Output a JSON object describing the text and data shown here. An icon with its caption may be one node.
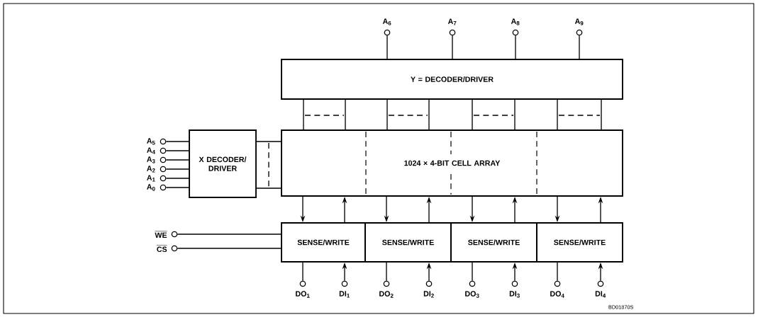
{
  "diagram": {
    "nodes": [
      {
        "text": [
          "A$_{6}$"
        ]
      },
      {
        "text": [
          "A$_{7}$"
        ]
      },
      {
        "text": [
          "A$_{8}$"
        ]
      },
      {
        "text": [
          "A$_{9}$"
        ]
      },
      {
        "text": [
          "Y = DECODER/DRIVER"
        ]
      },
      {
        "text": [
          "A$_{5}$"
        ]
      },
      {
        "text": [
          "A$_{4}$"
        ]
      },
      {
        "text": [
          "A$_{3}$"
        ]
      },
      {
        "text": [
          "A$_{2}$"
        ]
      },
      {
        "text": [
          "A$_{1}$"
        ]
      },
      {
        "text": [
          "A$_{0}$"
        ]
      },
      {
        "text": [
          "X DECODER/ DRIVER"
        ]
      },
      {
        "text": [
          "1024 × 4-BIT CELL ARRAY"
        ]
      },
      {
        "text": [
          "WE"
        ]
      },
      {
        "text": [
          "CS"
        ]
      },
      {
        "text": [
          "SENSE/WRITE"
        ]
      },
      {
        "text": [
          "SENSE/WRITE"
        ]
      },
      {
        "text": [
          "SENSE/WRITE"
        ]
      },
      {
        "text": [
          "SENSE/WRITE"
        ]
      },
      {
        "text": [
          "DO$_{1}$"
        ]
      },
      {
        "text": [
          "DI$_{1}$"
        ]
      },
      {
        "text": [
          "DO$_{2}$"
        ]
      },
      {
        "text": [
          "DI$_{2}$"
        ]
      },
      {
        "text": [
          "DO$_{3}$"
        ]
      },
      {
        "text": [
          "DI$_{3}$"
        ]
      },
      {
        "text": [
          "DO$_{4}$"
        ]
      },
      {
        "text": [
          "DI$_{4}$"
        ]
      }
    ],
    "edges": [
      {
        "from": 0,
        "to": 4,
        "arrow": "none"
      },
      {
        "from": 1,
        "to": 4,
        "arrow": "none"
      },
      {
        "from": 2,
        "to": 4,
        "arrow": "none"
      },
      {
        "from": 3,
        "to": 4,
        "arrow": "none"
      },
      {
        "from": 5,
        "to": 11,
        "arrow": "none"
      },
      {
        "from": 6,
        "to": 11,
        "arrow": "none"
      },
      {
        "from": 7,
        "to": 11,
        "arrow": "none"
      },
      {
        "from": 8,
        "to": 11,
        "arrow": "none"
      },
      {
        "from": 9,
        "to": 11,
        "arrow": "none"
      },
      {
        "from": 10,
        "to": 11,
        "arrow": "none"
      },
      {
        "from": 11,
        "to": 12,
        "arrow": "none"
      },
      {
        "from": 4,
        "to": 12,
        "arrow": "none"
      },
      {
        "from": 4,
        "to": 12,
        "arrow": "none"
      },
      {
        "from": 4,
        "to": 12,
        "arrow": "none"
      },
      {
        "from": 4,
        "to": 12,
        "arrow": "none"
      },
      {
        "from": 12,
        "to": 15,
        "arrow": "to"
      },
      {
        "from": 15,
        "to": 12,
        "arrow": "to"
      },
      {
        "from": 12,
        "to": 16,
        "arrow": "to"
      },
      {
        "from": 16,
        "to": 12,
        "arrow": "to"
      },
      {
        "from": 12,
        "to": 17,
        "arrow": "to"
      },
      {
        "from": 17,
        "to": 12,
        "arrow": "to"
      },
      {
        "from": 12,
        "to": 18,
        "arrow": "to"
      },
      {
        "from": 18,
        "to": 12,
        "arrow": "to"
      },
      {
        "from": 15,
        "to": 19,
        "arrow": "none"
      },
      {
        "from": 20,
        "to": 15,
        "arrow": "to"
      },
      {
        "from": 16,
        "to": 21,
        "arrow": "none"
      },
      {
        "from": 22,
        "to": 16,
        "arrow": "to"
      },
      {
        "from": 17,
        "to": 23,
        "arrow": "none"
      },
      {
        "from": 24,
        "to": 17,
        "arrow": "to"
      },
      {
        "from": 18,
        "to": 25,
        "arrow": "none"
      },
      {
        "from": 26,
        "to": 18,
        "arrow": "to"
      },
      {
        "from": 13,
        "to": 15,
        "arrow": "none"
      },
      {
        "from": 14,
        "to": 15,
        "arrow": "none"
      }
    ],
    "labels": [
      "BD01870S"
    ]
  }
}
